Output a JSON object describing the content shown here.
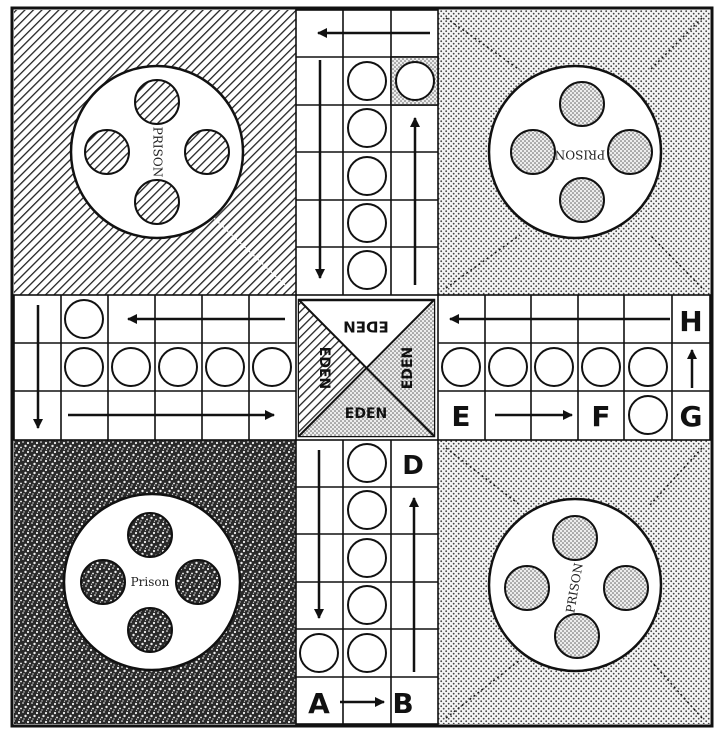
{
  "board": {
    "prison_labels": {
      "top_left": "PRISON",
      "top_right": "PRISON",
      "bottom_left": "Prison",
      "bottom_right": "PRISON"
    },
    "center_labels": {
      "top": "EDEN",
      "right": "EDEN",
      "bottom": "EDEN",
      "left": "EDEN"
    },
    "space_labels": {
      "a": "A",
      "b": "B",
      "d": "D",
      "e": "E",
      "f": "F",
      "g": "G",
      "h": "H"
    }
  }
}
